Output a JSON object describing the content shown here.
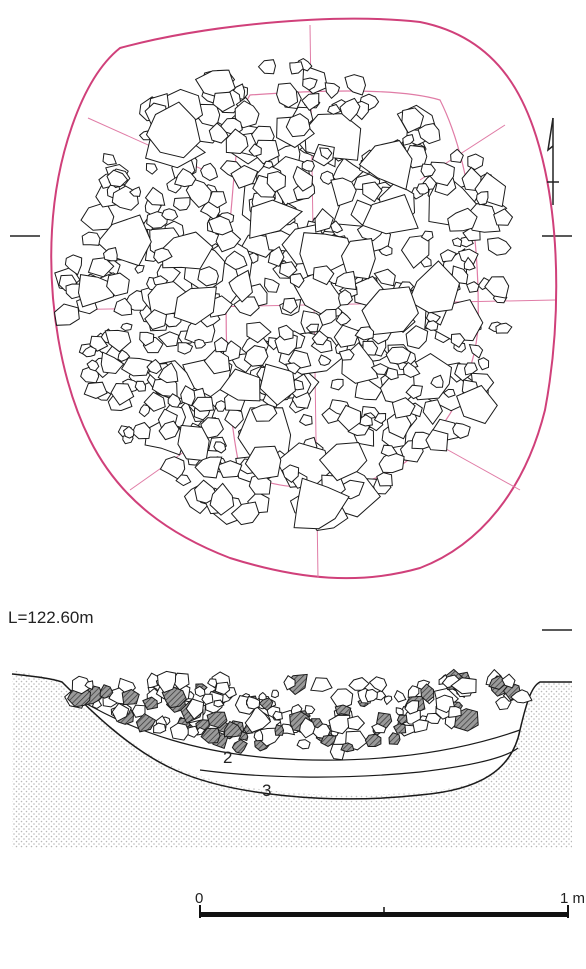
{
  "figure": {
    "level_label": "L=122.60m",
    "layer_labels": [
      "2",
      "3"
    ],
    "scale": {
      "start_label": "0",
      "end_label": "1 m"
    },
    "north_arrow": "north-arrow-icon",
    "colors": {
      "pit_outline": "#d0407a",
      "grid_lines": "#e07ca6",
      "stone_stroke": "#1a1a1a",
      "hatched_stone": "#8a8a8a",
      "soil_dots": "#b8b8b8"
    }
  }
}
